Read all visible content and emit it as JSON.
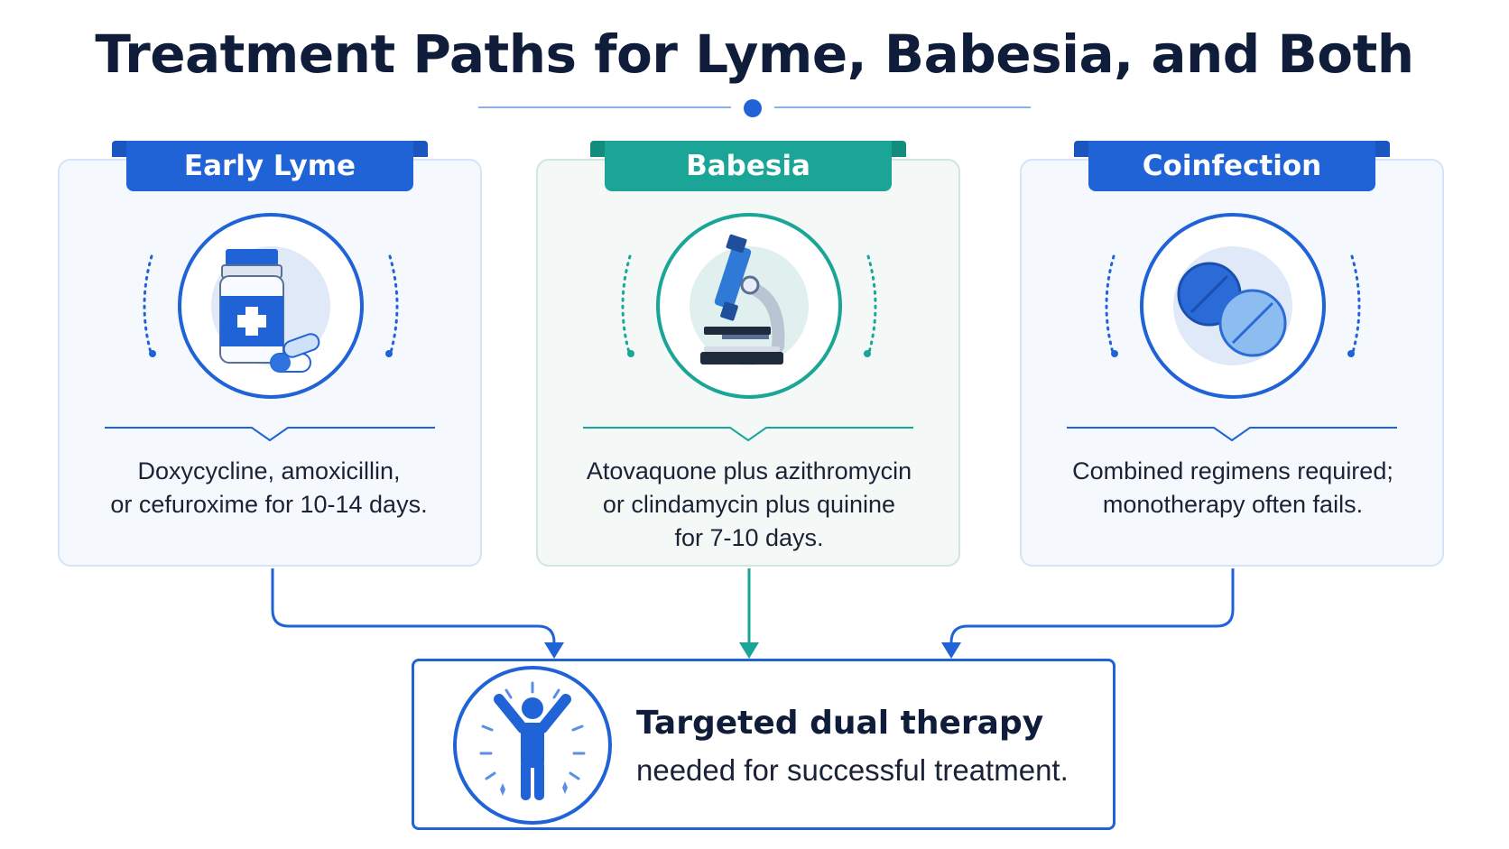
{
  "title": "Treatment Paths for Lyme, Babesia, and Both",
  "colors": {
    "blue": "#1f63d6",
    "teal": "#1aa596",
    "navy": "#0f1d3a"
  },
  "cards": [
    {
      "label": "Early Lyme",
      "icon": "medicine-bottle-icon",
      "description_lines": [
        "Doxycycline, amoxicillin,",
        "or cefuroxime for 10-14 days."
      ]
    },
    {
      "label": "Babesia",
      "icon": "microscope-icon",
      "description_lines": [
        "Atovaquone plus azithromycin",
        "or clindamycin plus quinine",
        "for 7-10 days."
      ]
    },
    {
      "label": "Coinfection",
      "icon": "pills-icon",
      "description_lines": [
        "Combined regimens required;",
        "monotherapy often fails."
      ]
    }
  ],
  "result": {
    "icon": "person-success-icon",
    "title": "Targeted dual therapy",
    "subtitle": "needed for successful treatment."
  }
}
